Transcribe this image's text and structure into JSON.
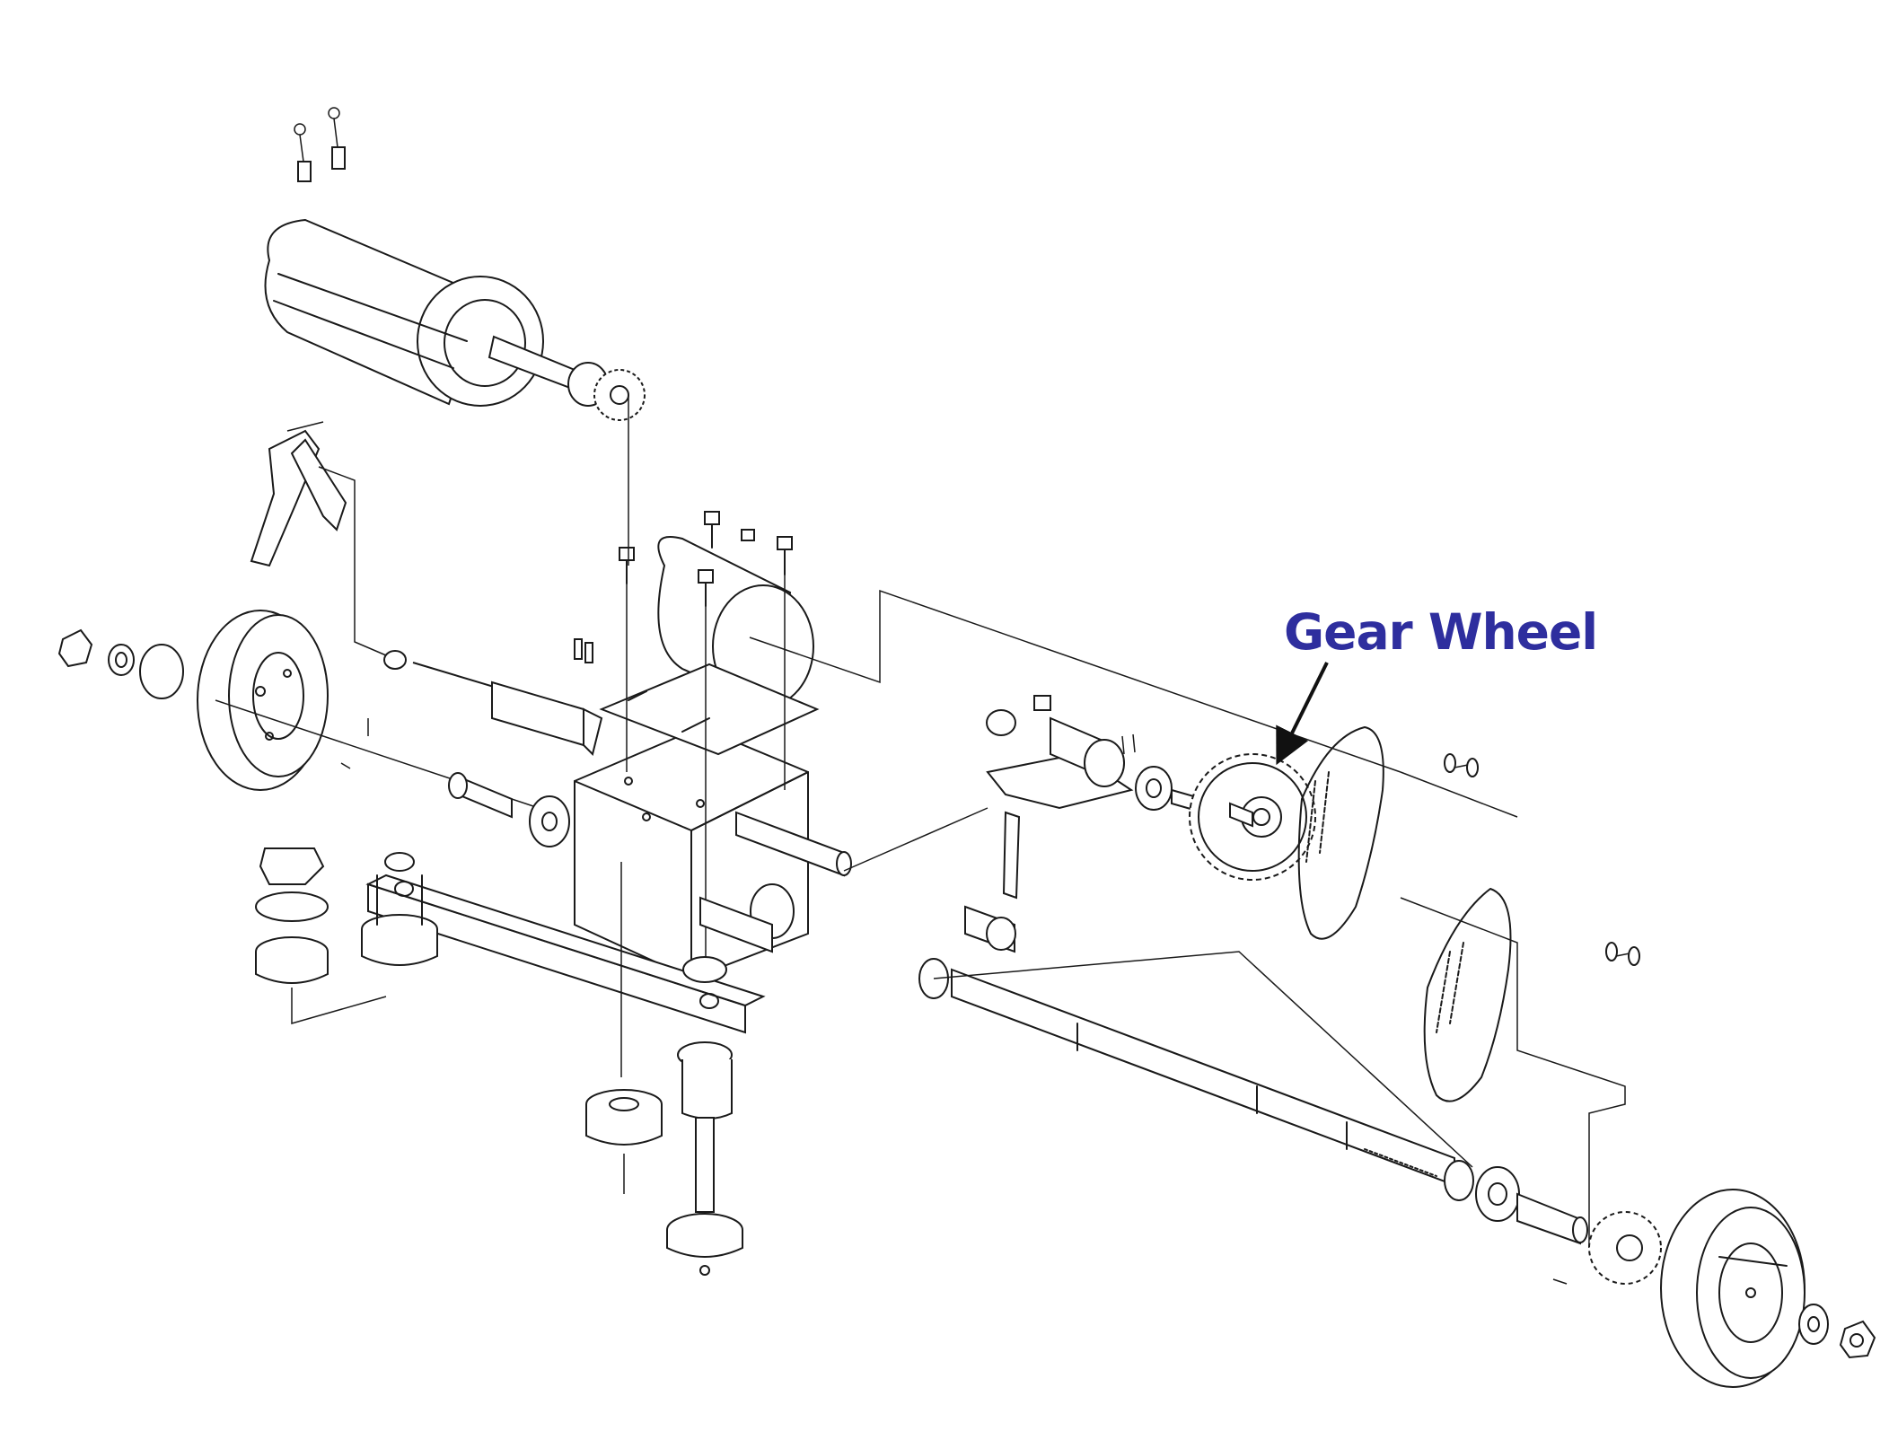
{
  "callout": {
    "label": "Gear Wheel",
    "label_color": "#2e2e9e",
    "arrow_color": "#111111",
    "target": "gear-wheel-sprocket"
  },
  "diagram": {
    "style": "exploded-view line drawing",
    "line_color": "#1a1a1a",
    "background": "#ffffff"
  }
}
